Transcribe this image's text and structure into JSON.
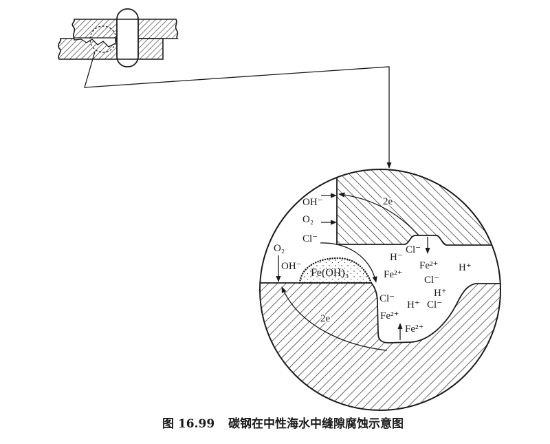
{
  "labels": {
    "upper_oh": "OH⁻",
    "upper_o2": "O₂",
    "upper_cl": "Cl⁻",
    "upper_electrons": "2e",
    "lower_o2": "O₂",
    "lower_oh": "OH⁻",
    "deposit": "Fe(OH)₃",
    "lower_electrons": "2e"
  },
  "crevice_ions": [
    "H⁻",
    "Cl⁻",
    "Fe²⁺",
    "Fe²⁺",
    "Cl⁻",
    "H⁺",
    "H⁺",
    "Cl⁻",
    "H⁺",
    "Cl⁻",
    "Fe²⁺",
    "Fe²⁺"
  ],
  "caption": {
    "number": "图 16.99",
    "title": "碳钢在中性海水中缝隙腐蚀示意图"
  },
  "colors": {
    "ink": "#1a1a1a",
    "paper": "#ffffff"
  }
}
